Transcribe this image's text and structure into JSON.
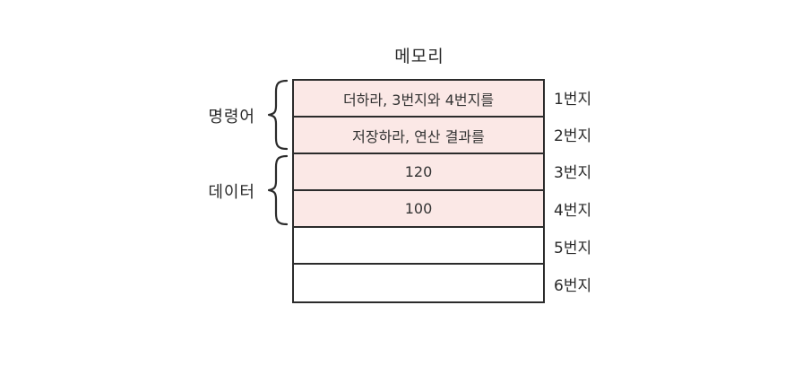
{
  "diagram": {
    "title": "메모리",
    "cells": [
      {
        "content": "더하라, 3번지와 4번지를",
        "filled": true
      },
      {
        "content": "저장하라, 연산 결과를",
        "filled": true
      },
      {
        "content": "120",
        "filled": true
      },
      {
        "content": "100",
        "filled": true
      },
      {
        "content": "",
        "filled": false
      },
      {
        "content": "",
        "filled": false
      }
    ],
    "addresses": [
      "1번지",
      "2번지",
      "3번지",
      "4번지",
      "5번지",
      "6번지"
    ],
    "groups": [
      {
        "label": "명령어",
        "rows": [
          1,
          2
        ]
      },
      {
        "label": "데이터",
        "rows": [
          3,
          4
        ]
      }
    ],
    "colors": {
      "filled_cell": "#fbe8e6",
      "empty_cell": "#ffffff",
      "line": "#2b2b2b"
    }
  }
}
